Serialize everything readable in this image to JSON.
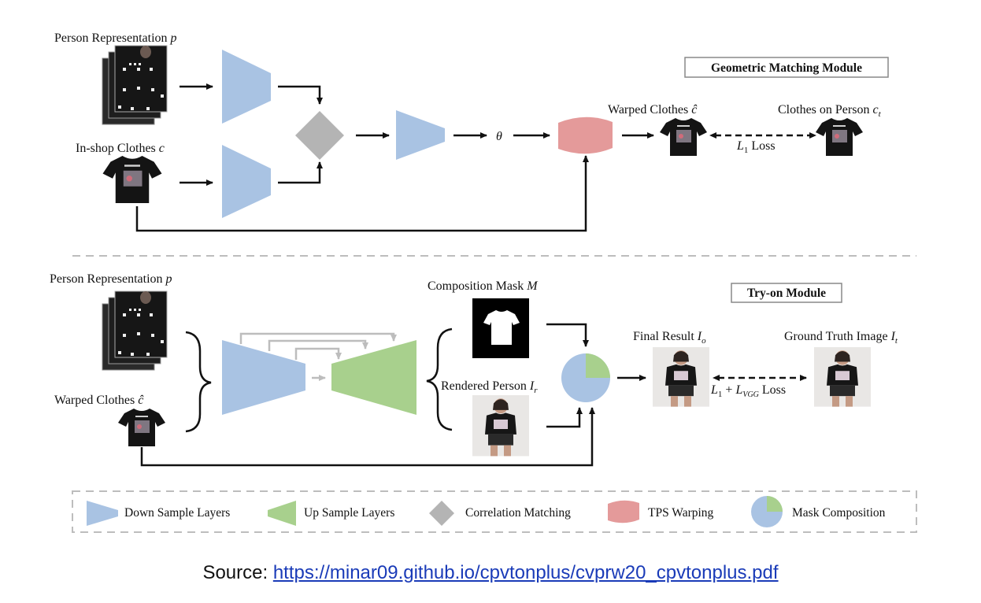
{
  "gmm": {
    "title": "Geometric Matching Module",
    "person_rep_label": "Person Representation ",
    "person_rep_symbol": "p",
    "inshop_label": "In-shop Clothes ",
    "inshop_symbol": "c",
    "theta_symbol": "θ",
    "warped_label": "Warped Clothes ",
    "warped_symbol": "ĉ",
    "clothes_on_person_label": "Clothes on Person ",
    "clothes_on_person_symbol": "c",
    "clothes_on_person_sub": "t",
    "loss_symbol": "L",
    "loss_sub": "1",
    "loss_word": " Loss"
  },
  "tom": {
    "title": "Try-on Module",
    "person_rep_label": "Person Representation ",
    "person_rep_symbol": "p",
    "warped_label": "Warped Clothes ",
    "warped_symbol": "ĉ",
    "mask_label": "Composition Mask ",
    "mask_symbol": "M",
    "rendered_label": "Rendered Person ",
    "rendered_symbol": "I",
    "rendered_sub": "r",
    "final_label": "Final Result ",
    "final_symbol": "I",
    "final_sub": "o",
    "gt_label": "Ground Truth Image ",
    "gt_symbol": "I",
    "gt_sub": "t",
    "loss_l1": "L",
    "loss_l1_sub": "1",
    "loss_plus": " + ",
    "loss_vgg": "L",
    "loss_vgg_sub": "VGG",
    "loss_word": " Loss"
  },
  "legend": {
    "down": "Down Sample Layers",
    "up": "Up Sample Layers",
    "corr": "Correlation Matching",
    "tps": "TPS Warping",
    "mask": "Mask Composition"
  },
  "colors": {
    "down_blue": "#a9c3e3",
    "up_green": "#a8d08d",
    "corr_gray": "#b4b4b4",
    "tps_red": "#e49a9a",
    "link_blue": "#1a3bb8"
  },
  "icons": {
    "person_rep": "person-representation-stack-icon",
    "shirt": "tshirt-icon",
    "mask": "composition-mask-icon",
    "person_photo": "person-photo-icon"
  },
  "source": {
    "prefix": "Source: ",
    "url": "https://minar09.github.io/cpvtonplus/cvprw20_cpvtonplus.pdf"
  }
}
